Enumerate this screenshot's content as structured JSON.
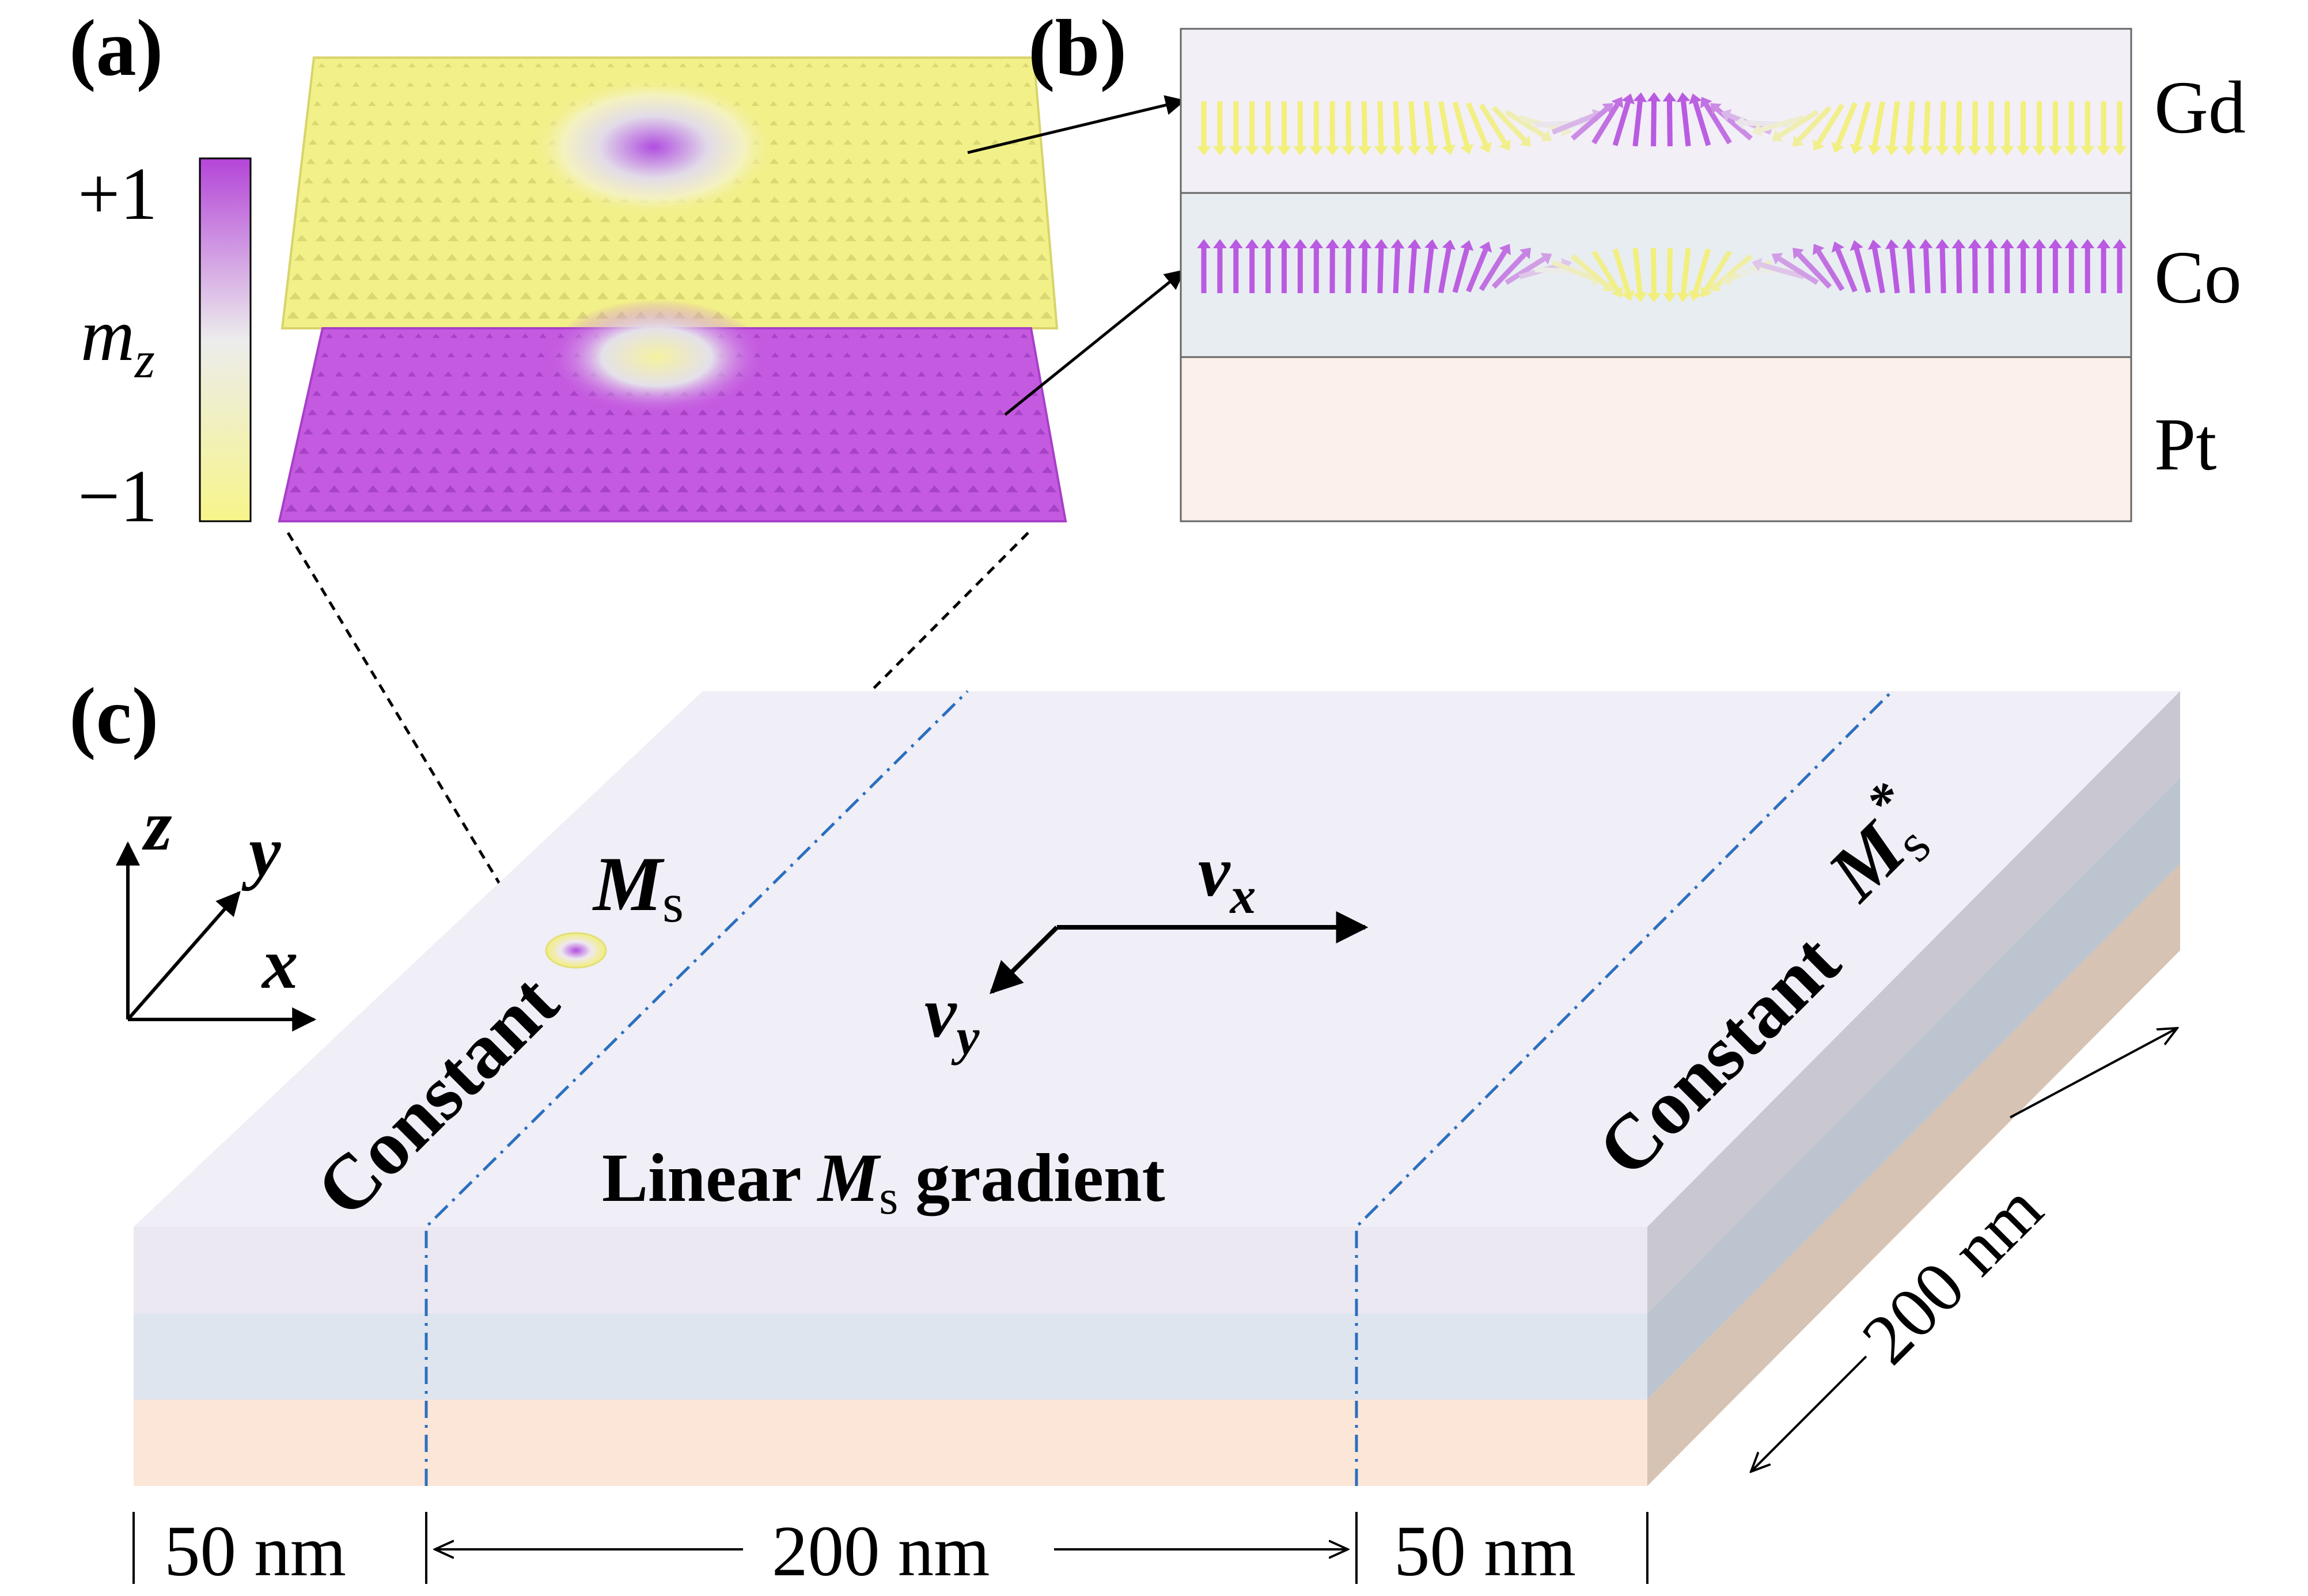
{
  "panel_a": {
    "label": "(a)",
    "colorbar": {
      "max_label": "+1",
      "min_label": "−1",
      "title_main": "m",
      "title_sub": "z",
      "top_color": "#b445d8",
      "mid_color": "#ececec",
      "bottom_color": "#f7f58a"
    },
    "layers": {
      "top_color": "#f2f089",
      "bottom_color": "#c45ae0"
    }
  },
  "panel_b": {
    "label": "(b)",
    "layers": [
      {
        "name": "Gd",
        "fill": "#f2eff7"
      },
      {
        "name": "Co",
        "fill": "#e8edf2"
      },
      {
        "name": "Pt",
        "fill": "#fbf1ea"
      }
    ]
  },
  "panel_c": {
    "label": "(c)",
    "axes": {
      "z": "z",
      "y": "y",
      "x": "x"
    },
    "left_region": "Constant",
    "left_Ms_main": "M",
    "left_Ms_sub": "s",
    "center_label_pre": "Linear ",
    "center_label_M": "M",
    "center_label_sub": "s",
    "center_label_post": " gradient",
    "right_region": "Constant",
    "right_Ms_main": "M",
    "right_Ms_sub": "s",
    "right_Ms_sup": "*",
    "vx_main": "v",
    "vx_sub": "x",
    "vy_main": "v",
    "vy_sub": "y",
    "depth_dim": "200 nm",
    "dims": [
      "50 nm",
      "200 nm",
      "50 nm"
    ],
    "colors": {
      "top": "#f0eef6",
      "band1": "#ebe8f2",
      "band2": "#dfe5ee",
      "band3": "#fbe6d8",
      "side1": "#c9c7d0",
      "side2": "#bcc4cf",
      "side3": "#d6c3b3",
      "dash": "#2a6fbf"
    }
  }
}
